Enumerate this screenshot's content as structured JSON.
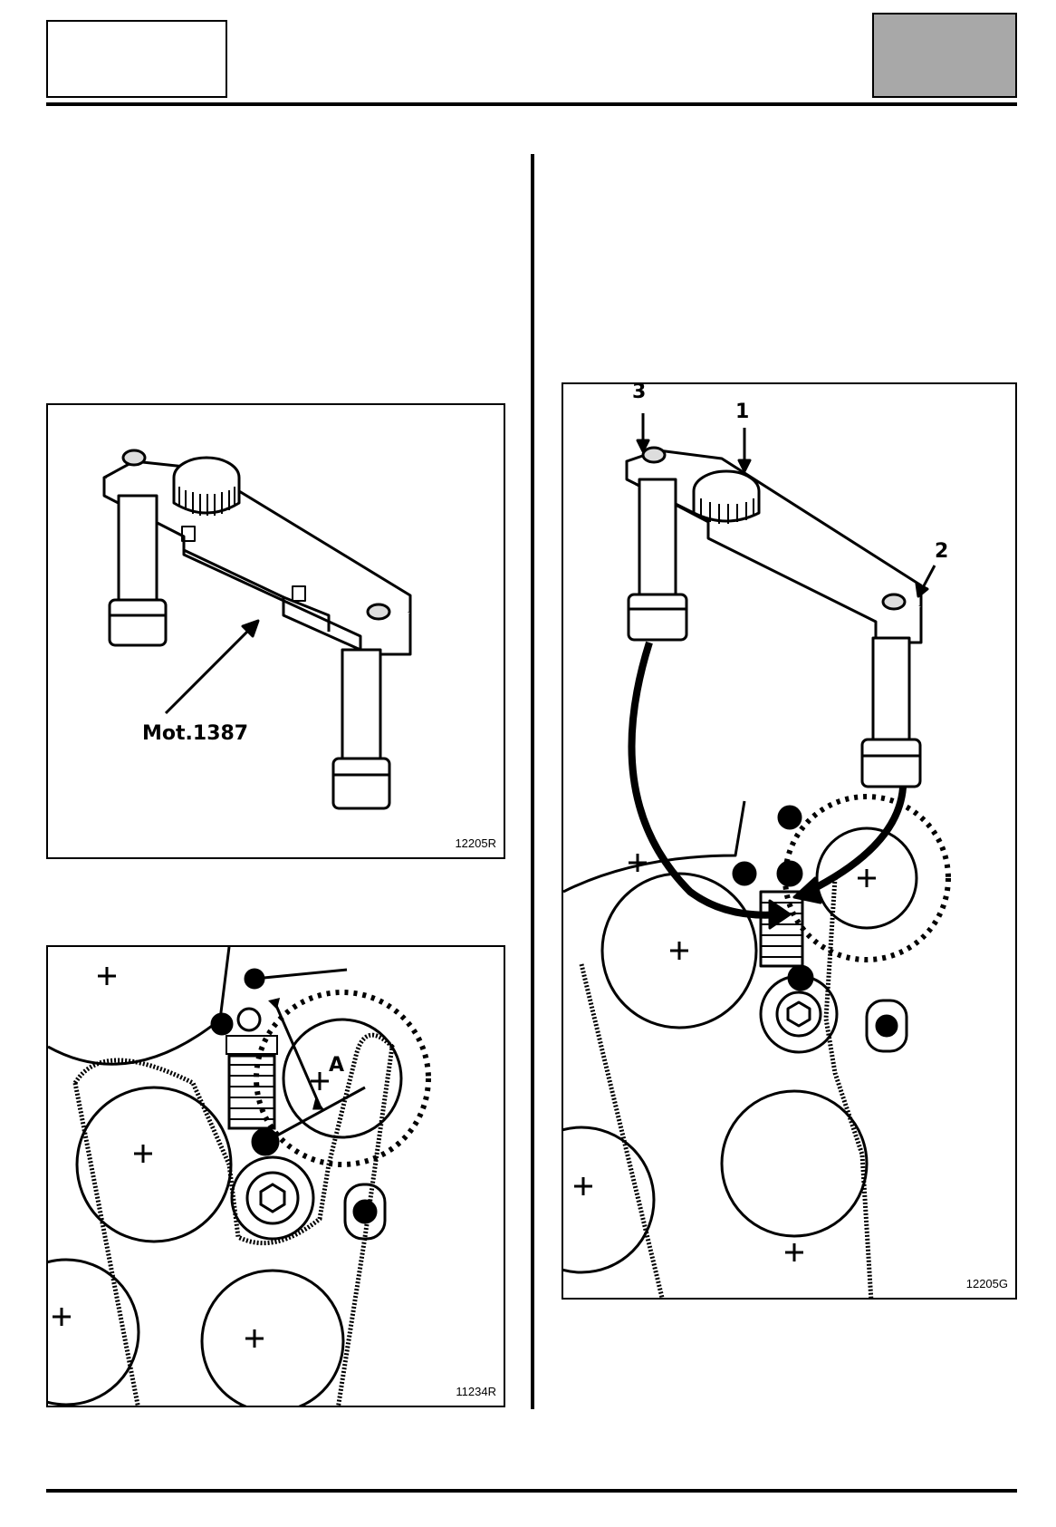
{
  "figures": {
    "fig1": {
      "ref": "12205R",
      "tool_label": "Mot.1387"
    },
    "fig2": {
      "ref": "11234R",
      "dimension_label": "A"
    },
    "fig3": {
      "ref": "12205G",
      "callouts": [
        "3",
        "1",
        "2"
      ]
    }
  },
  "colors": {
    "header_box_right": "#a8a8a8",
    "ink": "#000000"
  }
}
